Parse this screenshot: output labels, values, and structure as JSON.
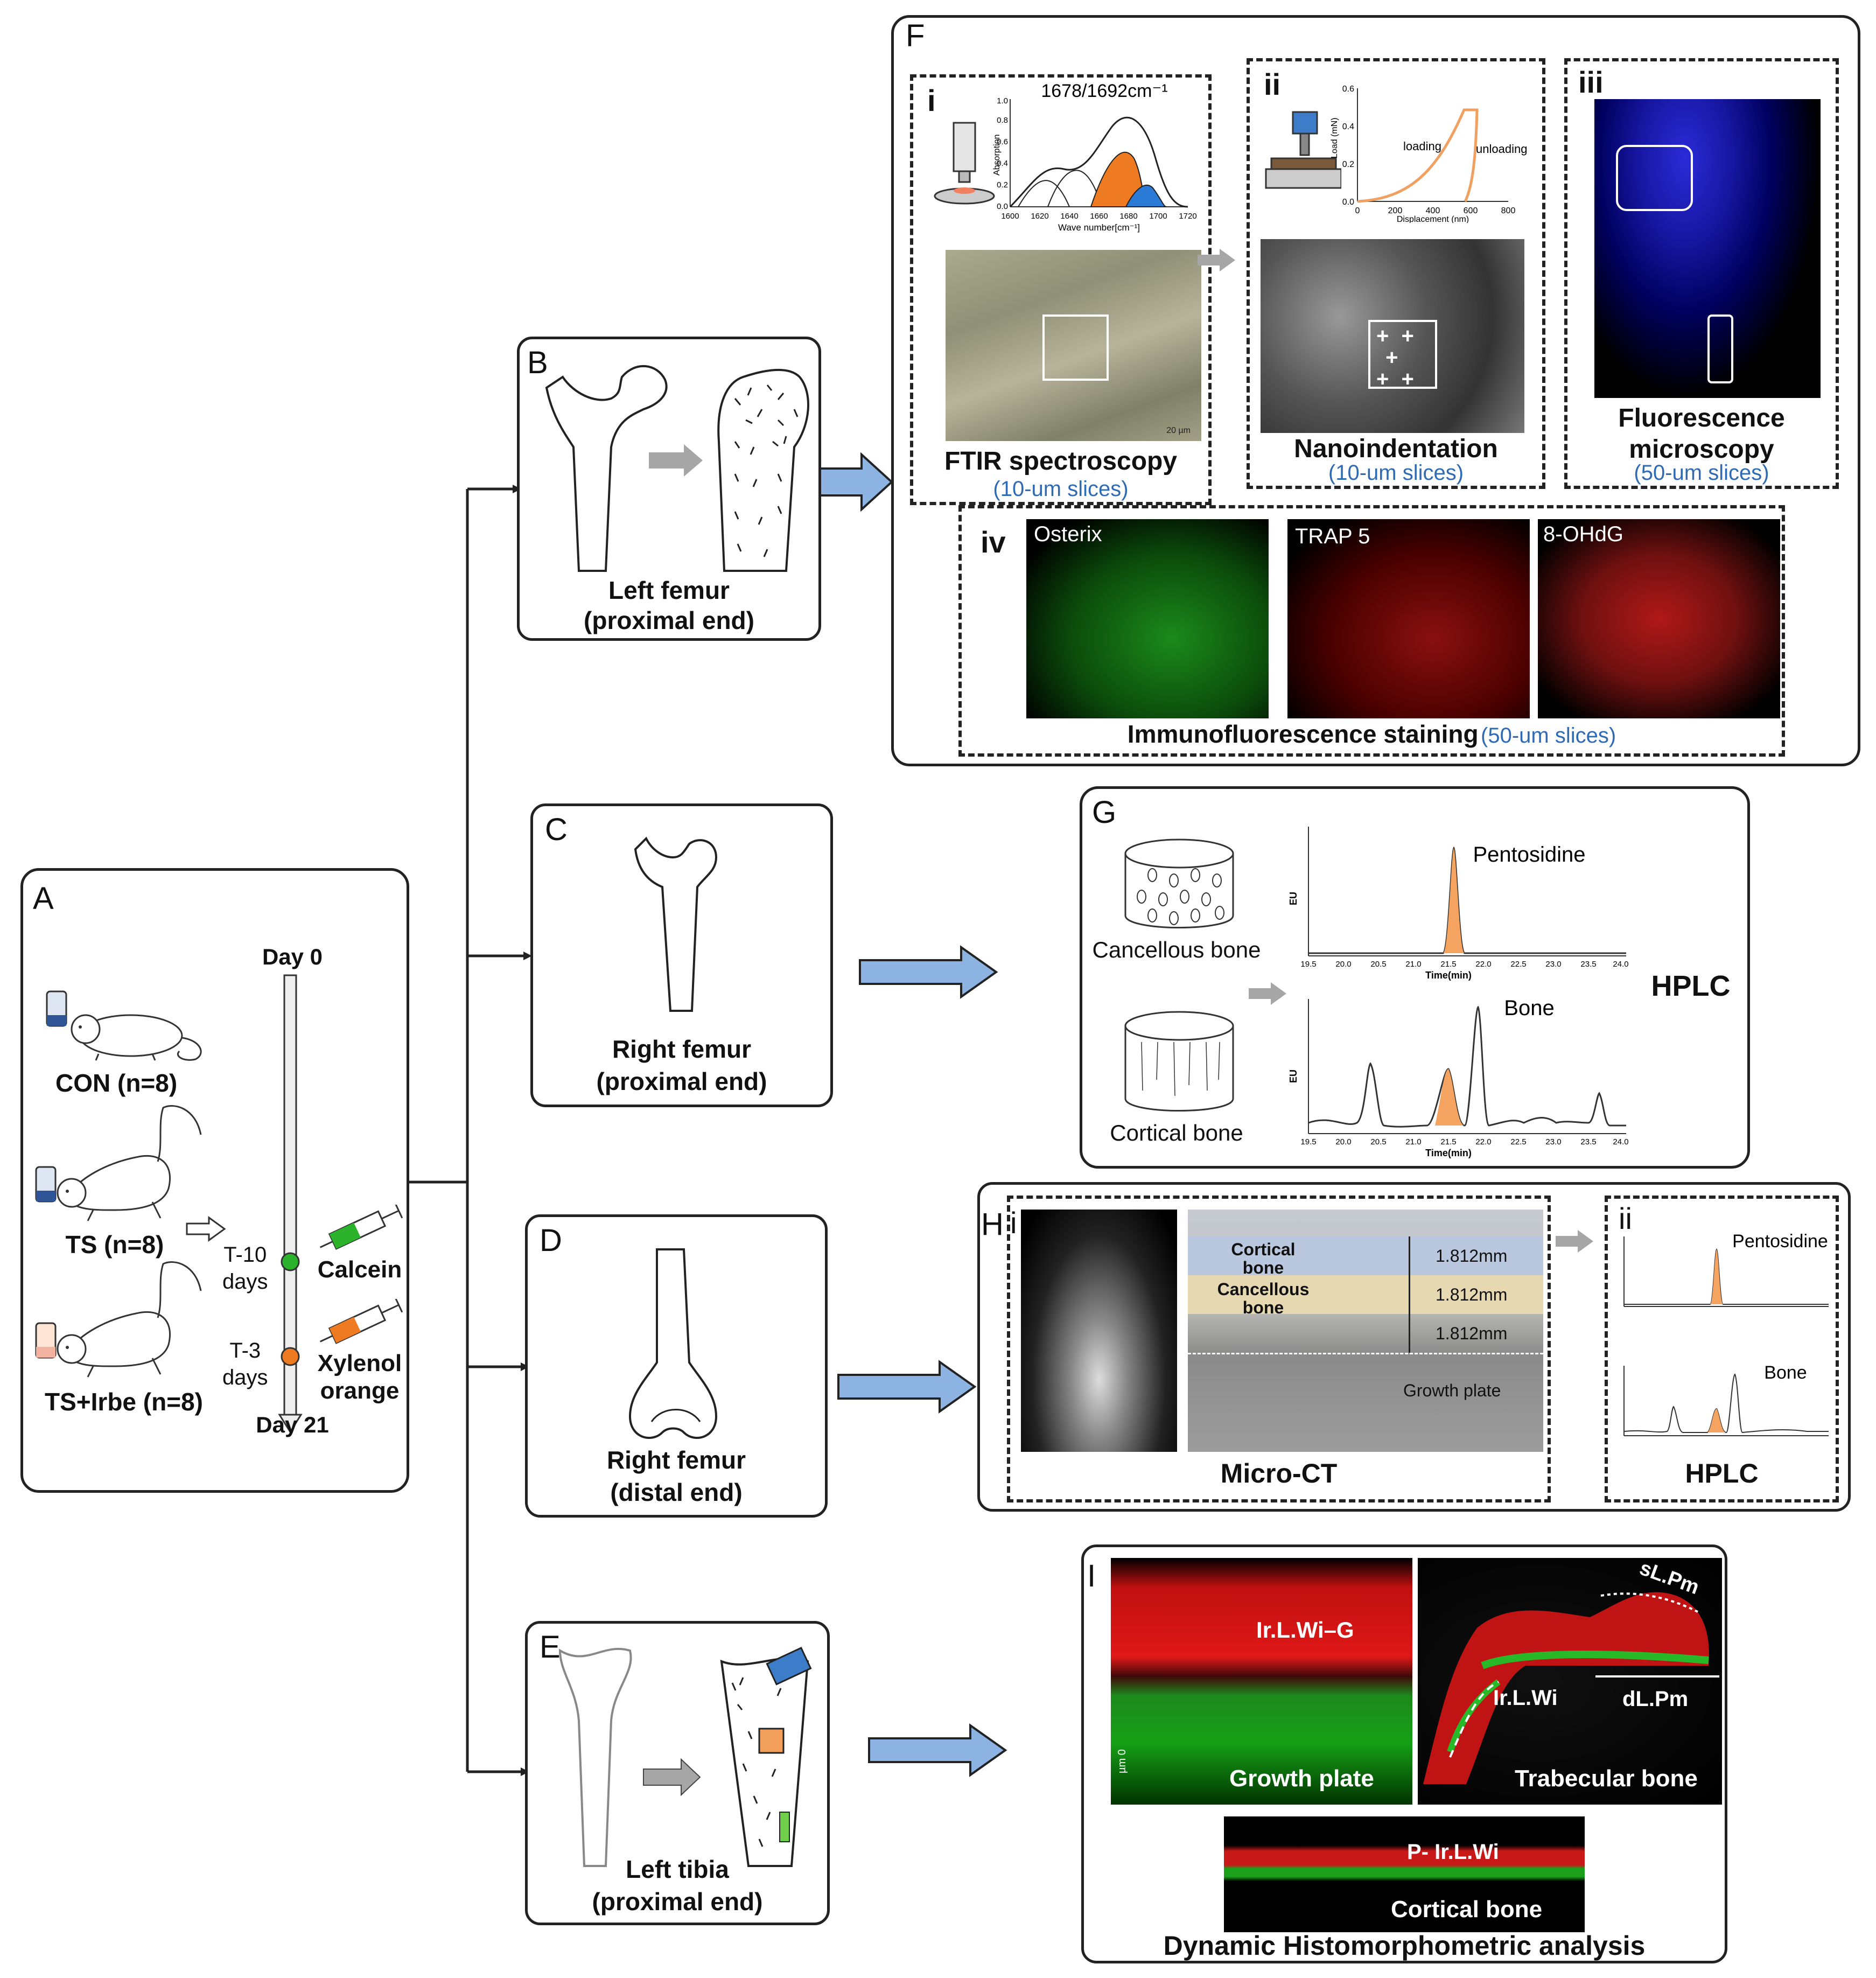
{
  "colors": {
    "arrow_blue": "#8db3e2",
    "arrow_gray": "#a6a6a6",
    "calcein_green": "#2bb32b",
    "xylenol_orange": "#ee7a22",
    "slice_blue": "#2f6bb3",
    "peak_orange": "#f4a460"
  },
  "panel_a": {
    "letter": "A",
    "day0": "Day 0",
    "day21": "Day 21",
    "groups": [
      "CON (n=8)",
      "TS (n=8)",
      "TS+Irbe (n=8)"
    ],
    "t10": "T-10\ndays",
    "t3": "T-3\ndays",
    "calcein": "Calcein",
    "xylenol": "Xylenol\norange"
  },
  "panel_b": {
    "letter": "B",
    "label_line1": "Left femur",
    "label_line2": "(proximal end)"
  },
  "panel_c": {
    "letter": "C",
    "label_line1": "Right femur",
    "label_line2": "(proximal end)"
  },
  "panel_d": {
    "letter": "D",
    "label_line1": "Right femur",
    "label_line2": "(distal end)"
  },
  "panel_e": {
    "letter": "E",
    "label_line1": "Left tibia",
    "label_line2": "(proximal end)"
  },
  "panel_f": {
    "letter": "F",
    "i": {
      "numeral": "i",
      "spectrum_title": "1678/1692cm⁻¹",
      "x_axis_label": "Wave number[cm⁻¹]",
      "y_axis_label": "Absorption",
      "x_ticks": [
        "1600",
        "1620",
        "1640",
        "1660",
        "1680",
        "1700",
        "1720"
      ],
      "y_ticks": [
        "0.0",
        "0.2",
        "0.4",
        "0.6",
        "0.8",
        "1.0"
      ],
      "scale_text": "20 µm",
      "title": "FTIR spectroscopy",
      "slices": "(10-um slices)"
    },
    "ii": {
      "numeral": "ii",
      "x_axis_label": "Displacement (nm)",
      "y_axis_label": "Load (mN)",
      "x_ticks": [
        "0",
        "200",
        "400",
        "600",
        "800"
      ],
      "y_ticks": [
        "0.0",
        "0.2",
        "0.4",
        "0.6"
      ],
      "loading": "loading",
      "unloading": "unloading",
      "title": "Nanoindentation",
      "slices": "(10-um slices)"
    },
    "iii": {
      "numeral": "iii",
      "title_line1": "Fluorescence",
      "title_line2": "microscopy",
      "slices": "(50-um slices)"
    },
    "iv": {
      "numeral": "iv",
      "stain1": "Osterix",
      "stain2": "TRAP 5",
      "stain3": "8-OHdG",
      "title": "Immunofluorescence staining",
      "slices": "(50-um slices)"
    }
  },
  "panel_g": {
    "letter": "G",
    "cancellous": "Cancellous bone",
    "cortical": "Cortical bone",
    "chart1_title": "Pentosidine",
    "chart2_title": "Bone",
    "y_axis_label": "EU",
    "x_axis_label": "Time(min)",
    "x_ticks": [
      "19.5",
      "20.0",
      "20.5",
      "21.0",
      "21.5",
      "22.0",
      "22.5",
      "23.0",
      "23.5",
      "24.0"
    ],
    "method": "HPLC"
  },
  "panel_h": {
    "letter": "H",
    "i": {
      "numeral": "i",
      "cortical": "Cortical\nbone",
      "cancellous": "Cancellous\nbone",
      "dims": [
        "1.812mm",
        "1.812mm",
        "1.812mm"
      ],
      "growth_plate": "Growth plate",
      "title": "Micro-CT"
    },
    "ii": {
      "numeral": "ii",
      "chart1_title": "Pentosidine",
      "chart2_title": "Bone",
      "method": "HPLC"
    }
  },
  "panel_i": {
    "letter": "I",
    "growth_plate": "Growth plate",
    "trabecular": "Trabecular bone",
    "cortical": "Cortical bone",
    "ir_l_wi_g": "Ir.L.Wi–G",
    "ir_l_wi": "Ir.L.Wi",
    "sl_pm": "sL.Pm",
    "dl_pm": "dL.Pm",
    "p_ir_l_wi": "P- Ir.L.Wi",
    "scale": "µm 0",
    "title": "Dynamic Histomorphometric analysis"
  }
}
